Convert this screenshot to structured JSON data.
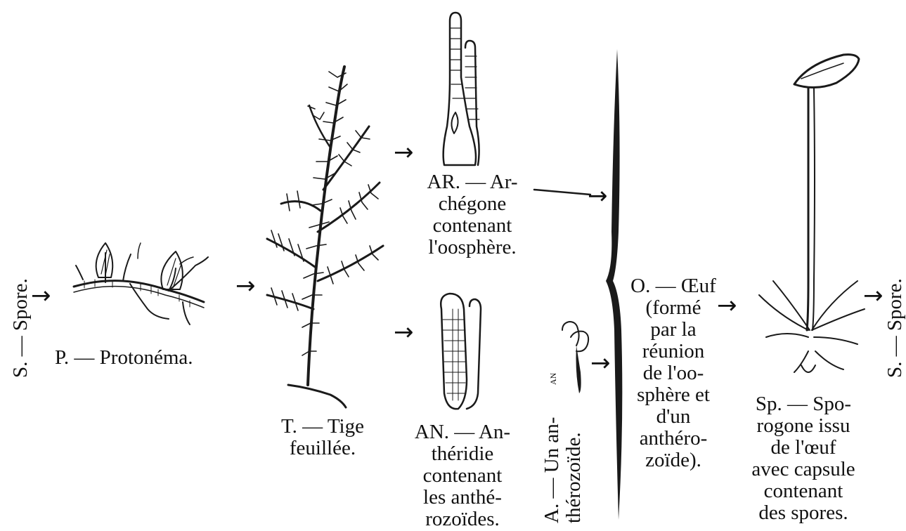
{
  "spore_left": "S. — Spore.",
  "spore_right": "S. — Spore.",
  "protonema": "P. — Protonéma.",
  "tige": [
    "T. — Tige",
    "feuillée."
  ],
  "archegone": [
    "AR. — Ar-",
    "chégone",
    "contenant",
    "l'oosphère."
  ],
  "antheridie": [
    "AN. — An-",
    "théridie",
    "contenant",
    "les anthé-",
    "rozoïdes."
  ],
  "antherozoide": [
    "A. — Un an-",
    "thérozoïde."
  ],
  "antherozoide_mark": "AN",
  "oeuf": [
    "O. — Œuf",
    "(formé",
    "par la",
    "réunion",
    "de l'oo-",
    "sphère et",
    "d'un",
    "anthéro-",
    "zoïde)."
  ],
  "sporogone": [
    "Sp. — Spo-",
    "rogone issu",
    "de l'œuf",
    "avec capsule",
    "contenant",
    "des spores."
  ],
  "arrow_glyph": "→"
}
